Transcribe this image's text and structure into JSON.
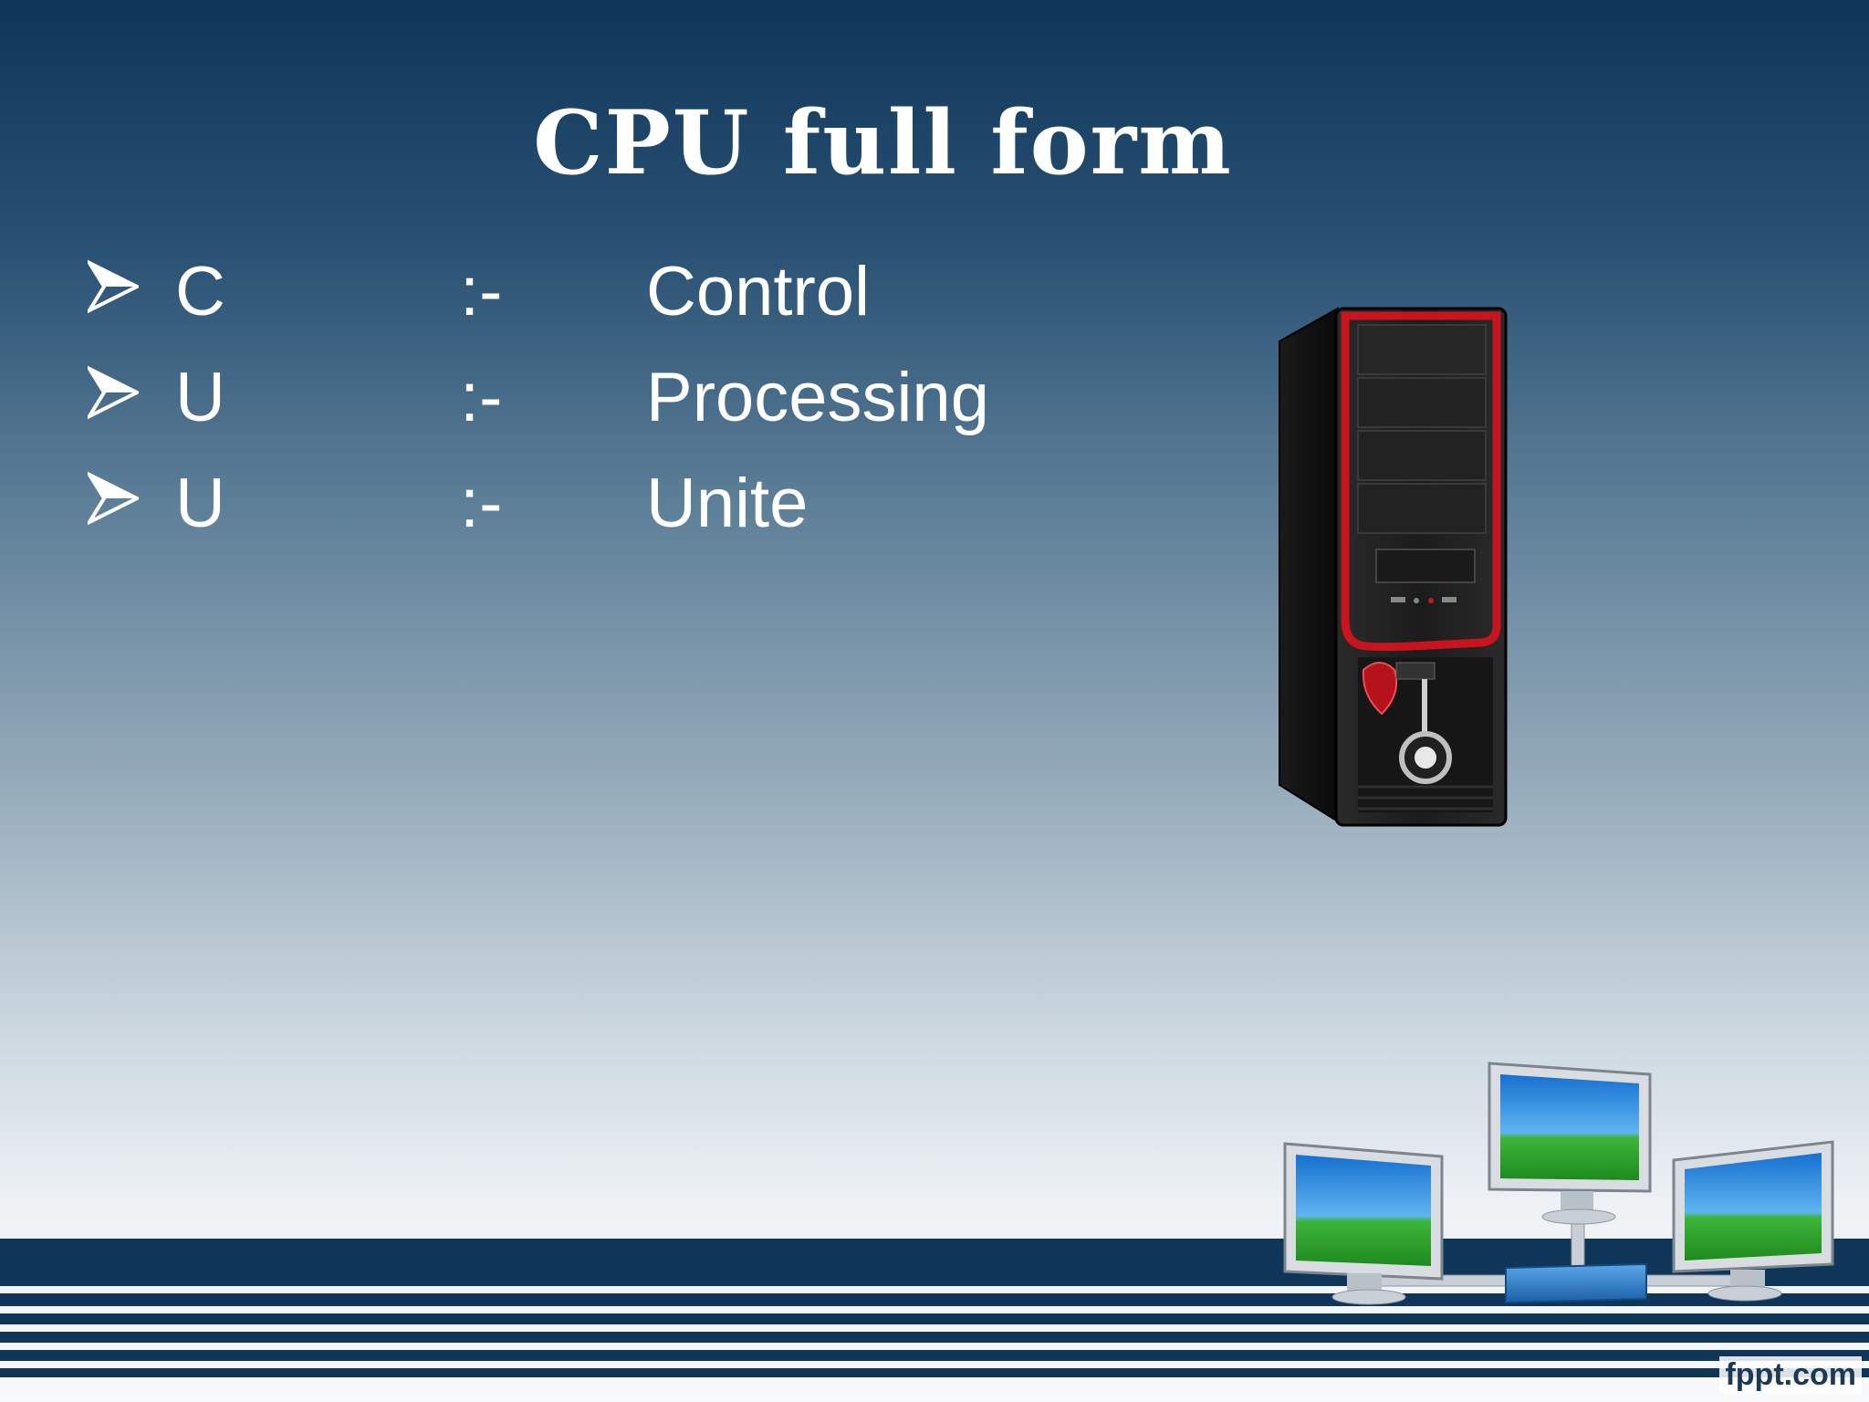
{
  "slide": {
    "title": "CPU full form",
    "items": [
      {
        "letter": "C",
        "separator": ":-",
        "word": "Control"
      },
      {
        "letter": "U",
        "separator": ":-",
        "word": "Processing"
      },
      {
        "letter": "U",
        "separator": ":-",
        "word": "Unite"
      }
    ]
  },
  "footer": {
    "brand": "fppt.com"
  },
  "colors": {
    "title_text": "#ffffff",
    "band": "#0f3658",
    "case_accent": "#c8141e"
  },
  "icons": {
    "bullet": "arrow-bullet-icon",
    "tower": "computer-tower-icon",
    "network": "network-monitors-icon"
  }
}
